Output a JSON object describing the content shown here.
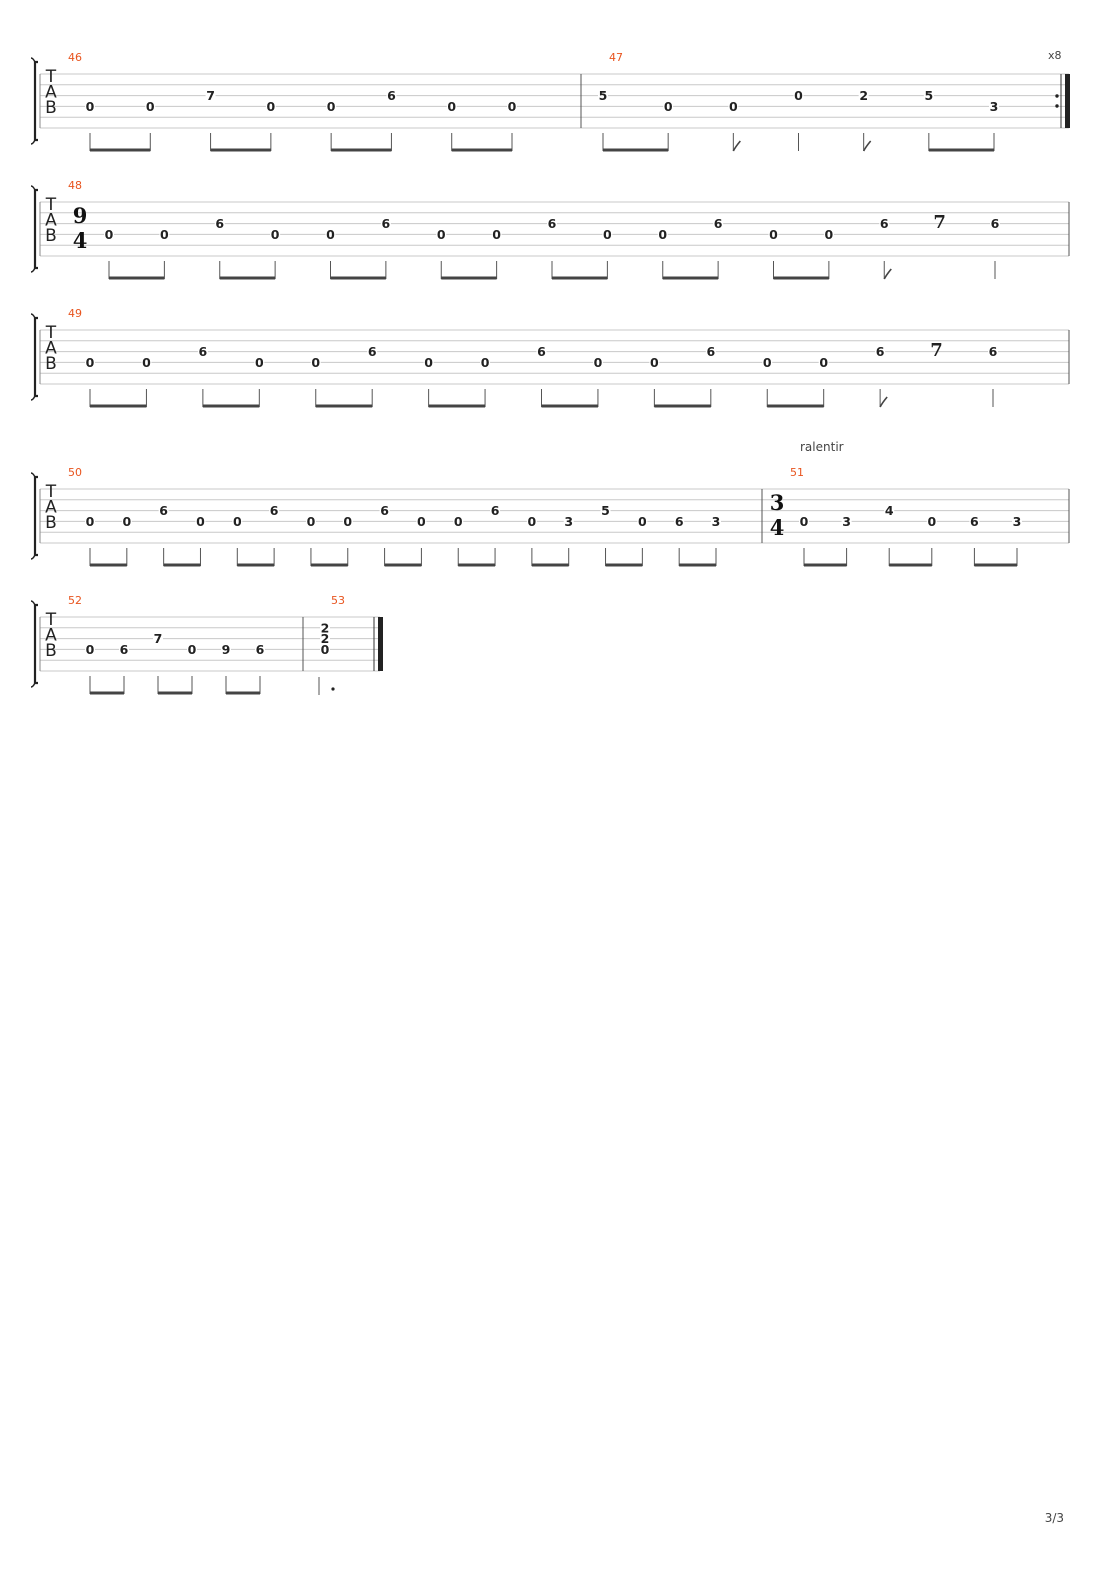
{
  "instrument_label": [
    "T",
    "A",
    "B"
  ],
  "repeat_count": "x8",
  "page_number": "3/3",
  "colors": {
    "measure_number": "#e8541e",
    "staff_line": "#c8c8c8",
    "ink": "#222222",
    "stem": "#555555"
  },
  "systems": [
    {
      "measures": [
        {
          "number": "46",
          "notes": [
            {
              "fret": "0",
              "string": 4
            },
            {
              "fret": "0",
              "string": 4
            },
            {
              "fret": "7",
              "string": 3
            },
            {
              "fret": "0",
              "string": 4
            },
            {
              "fret": "0",
              "string": 4
            },
            {
              "fret": "6",
              "string": 3
            },
            {
              "fret": "0",
              "string": 4
            },
            {
              "fret": "0",
              "string": 4
            }
          ]
        },
        {
          "number": "47",
          "repeat_end": true,
          "notes": [
            {
              "fret": "5",
              "string": 3
            },
            {
              "fret": "0",
              "string": 4
            },
            {
              "fret": "0",
              "string": 4,
              "flag": true
            },
            {
              "fret": "0",
              "string": 3,
              "stem_only": true
            },
            {
              "fret": "2",
              "string": 3,
              "flag": true
            },
            {
              "fret": "5",
              "string": 3
            },
            {
              "fret": "3",
              "string": 4
            }
          ]
        }
      ]
    },
    {
      "measures": [
        {
          "number": "48",
          "time_signature": [
            "9",
            "4"
          ],
          "notes": [
            {
              "fret": "0",
              "string": 4
            },
            {
              "fret": "0",
              "string": 4
            },
            {
              "fret": "6",
              "string": 3
            },
            {
              "fret": "0",
              "string": 4
            },
            {
              "fret": "0",
              "string": 4
            },
            {
              "fret": "6",
              "string": 3
            },
            {
              "fret": "0",
              "string": 4
            },
            {
              "fret": "0",
              "string": 4
            },
            {
              "fret": "6",
              "string": 3
            },
            {
              "fret": "0",
              "string": 4
            },
            {
              "fret": "0",
              "string": 4
            },
            {
              "fret": "6",
              "string": 3
            },
            {
              "fret": "0",
              "string": 4
            },
            {
              "fret": "0",
              "string": 4
            },
            {
              "fret": "6",
              "string": 3,
              "flag": true
            },
            {
              "rest": "eighth"
            },
            {
              "fret": "6",
              "string": 3,
              "stem_only": true
            }
          ]
        }
      ]
    },
    {
      "measures": [
        {
          "number": "49",
          "notes": [
            {
              "fret": "0",
              "string": 4
            },
            {
              "fret": "0",
              "string": 4
            },
            {
              "fret": "6",
              "string": 3
            },
            {
              "fret": "0",
              "string": 4
            },
            {
              "fret": "0",
              "string": 4
            },
            {
              "fret": "6",
              "string": 3
            },
            {
              "fret": "0",
              "string": 4
            },
            {
              "fret": "0",
              "string": 4
            },
            {
              "fret": "6",
              "string": 3
            },
            {
              "fret": "0",
              "string": 4
            },
            {
              "fret": "0",
              "string": 4
            },
            {
              "fret": "6",
              "string": 3
            },
            {
              "fret": "0",
              "string": 4
            },
            {
              "fret": "0",
              "string": 4
            },
            {
              "fret": "6",
              "string": 3,
              "flag": true
            },
            {
              "rest": "eighth"
            },
            {
              "fret": "6",
              "string": 3,
              "stem_only": true
            }
          ]
        }
      ]
    },
    {
      "annotation": "ralentir",
      "measures": [
        {
          "number": "50",
          "notes": [
            {
              "fret": "0",
              "string": 4
            },
            {
              "fret": "0",
              "string": 4
            },
            {
              "fret": "6",
              "string": 3
            },
            {
              "fret": "0",
              "string": 4
            },
            {
              "fret": "0",
              "string": 4
            },
            {
              "fret": "6",
              "string": 3
            },
            {
              "fret": "0",
              "string": 4
            },
            {
              "fret": "0",
              "string": 4
            },
            {
              "fret": "6",
              "string": 3
            },
            {
              "fret": "0",
              "string": 4
            },
            {
              "fret": "0",
              "string": 4
            },
            {
              "fret": "6",
              "string": 3
            },
            {
              "fret": "0",
              "string": 4
            },
            {
              "fret": "3",
              "string": 4
            },
            {
              "fret": "5",
              "string": 3
            },
            {
              "fret": "0",
              "string": 4
            },
            {
              "fret": "6",
              "string": 4
            },
            {
              "fret": "3",
              "string": 4
            }
          ]
        },
        {
          "number": "51",
          "time_signature": [
            "3",
            "4"
          ],
          "notes": [
            {
              "fret": "0",
              "string": 4
            },
            {
              "fret": "3",
              "string": 4
            },
            {
              "fret": "4",
              "string": 3
            },
            {
              "fret": "0",
              "string": 4
            },
            {
              "fret": "6",
              "string": 4
            },
            {
              "fret": "3",
              "string": 4
            }
          ]
        }
      ]
    },
    {
      "measures": [
        {
          "number": "52",
          "notes": [
            {
              "fret": "0",
              "string": 4
            },
            {
              "fret": "6",
              "string": 4
            },
            {
              "fret": "7",
              "string": 3
            },
            {
              "fret": "0",
              "string": 4
            },
            {
              "fret": "9",
              "string": 4
            },
            {
              "fret": "6",
              "string": 4
            }
          ]
        },
        {
          "number": "53",
          "final": true,
          "notes": [
            {
              "chord": [
                {
                  "fret": "2",
                  "string": 2
                },
                {
                  "fret": "2",
                  "string": 3
                },
                {
                  "fret": "0",
                  "string": 4
                }
              ],
              "dotted_half": true
            }
          ]
        }
      ]
    }
  ]
}
